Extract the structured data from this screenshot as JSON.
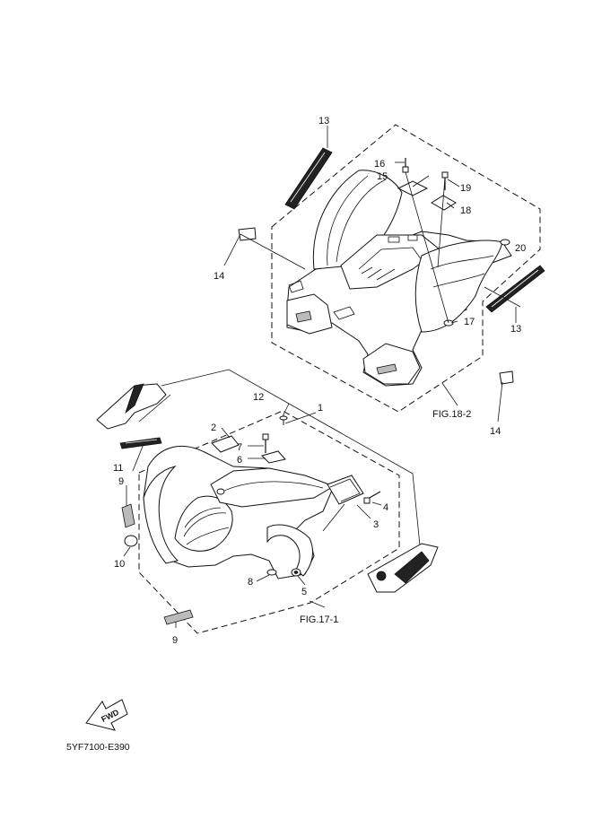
{
  "callouts": {
    "c1": "1",
    "c2": "2",
    "c3": "3",
    "c4": "4",
    "c5": "5",
    "c6": "6",
    "c7": "7",
    "c8": "8",
    "c9a": "9",
    "c9b": "9",
    "c10": "10",
    "c11": "11",
    "c12": "12",
    "c13a": "13",
    "c13b": "13",
    "c14a": "14",
    "c14b": "14",
    "c15": "15",
    "c16": "16",
    "c17": "17",
    "c18": "18",
    "c19": "19",
    "c20": "20"
  },
  "figure_refs": {
    "rear": "FIG.18-2",
    "front": "FIG.17-1"
  },
  "fwd_label": "FWD",
  "diagram_code": "5YF7100-E390"
}
